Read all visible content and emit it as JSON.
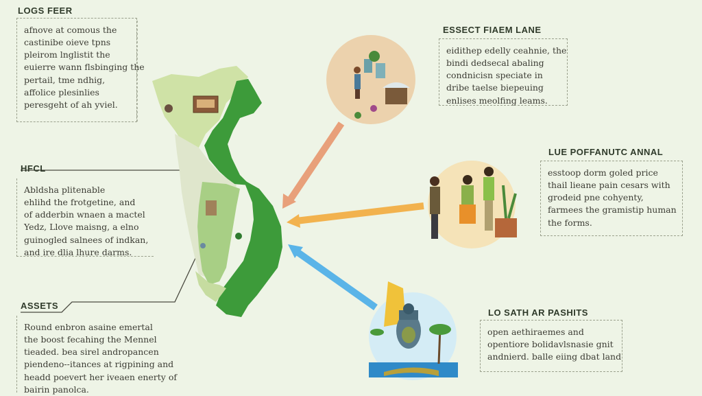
{
  "sections": {
    "top_left": {
      "title": "LOGS FEER",
      "lines": [
        "afnove at comous the",
        "castinibe oieve tpns",
        "pleirom lnglistit the",
        "euierre wann flsbinging the",
        "pertail, tme ndhig,",
        "affolice plesinlies",
        "peresgeht of ah yviel."
      ]
    },
    "mid_left": {
      "title": "HFCL",
      "lines": [
        "Abldsha plitenable",
        "ehlihd the frotgetine, and",
        "of adderbin wnaen a mactel",
        "Yedz, Llove maisng, a elno",
        "guinogled salnees of indkan,",
        "and ire dlia lhure darms."
      ]
    },
    "bottom_left": {
      "title": "ASSETS",
      "lines": [
        "Round enbron asaine emertal",
        "the boost fecahing the Mennel",
        "tieaded. bea sirel andropancen",
        "piendeno--itances at rigpining and",
        "headd poevert her iveaen enerty of",
        "bairin panolca."
      ]
    },
    "top_right": {
      "title": "ESSECT FIAEM LANE",
      "lines": [
        "eidithep edelly ceahnie, the",
        "bindi dedsecal abaling",
        "condnicisn speciate in",
        "dribe taelse biepeuing",
        "enlises meolfing leams."
      ]
    },
    "mid_right": {
      "title": "LUE POFFANUTC ANNAL",
      "lines": [
        "esstoop dorm goled price",
        "thail lieane pain cesars with",
        "grodeid pne cohyenty,",
        "farmees the gramistip human",
        "the forms."
      ]
    },
    "bottom_right": {
      "title": "LO SATH AR PASHITS",
      "lines": [
        "open aethiraemes and",
        "opentiore bolidavlsnasie gnit",
        "andnierd. balle eiing dbat land"
      ]
    }
  },
  "colors": {
    "background": "#eef4e6",
    "arrow_orange": "#e8a07a",
    "arrow_amber": "#f2b24e",
    "arrow_blue": "#5ab4e8",
    "map_dark_green": "#3d9b3a",
    "map_light_green": "#cfe2a6",
    "map_pale": "#e4e6d4"
  },
  "icons": {
    "circle_top": "farming-people-icon",
    "circle_mid": "farmers-group-icon",
    "circle_bottom": "temple-landscape-icon"
  }
}
